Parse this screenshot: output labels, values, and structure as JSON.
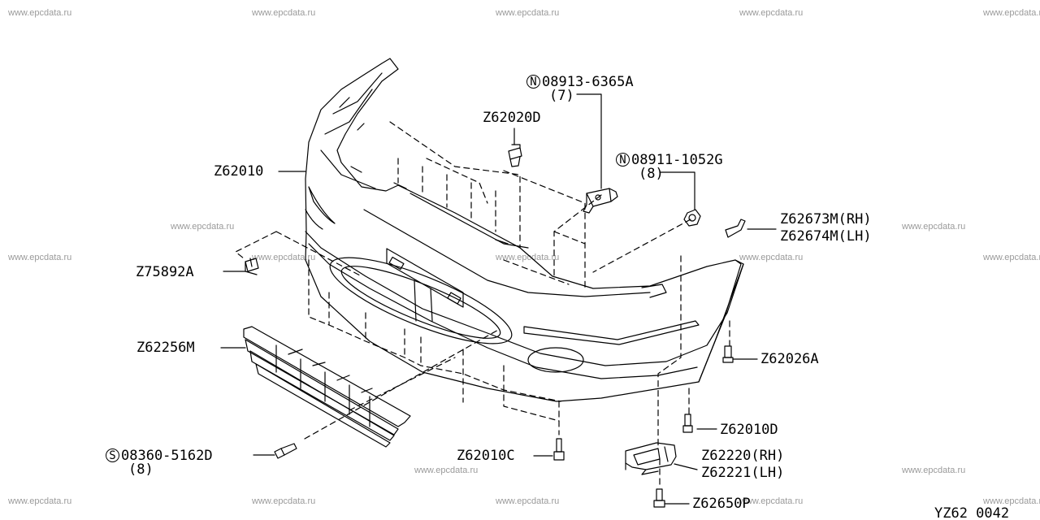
{
  "watermark": "www.epcdata.ru",
  "diagram_code": "YZ62 0042",
  "parts": {
    "bumper": "Z62010",
    "emblem_nut": "Z62020D",
    "bolt_n1": "08913-6365A",
    "bolt_n1_qty": "(7)",
    "bolt_n1_symbol": "N",
    "nut_n2": "08911-1052G",
    "nut_n2_qty": "(8)",
    "nut_n2_symbol": "N",
    "strip_rh": "Z62673M(RH)",
    "strip_lh": "Z62674M(LH)",
    "clip": "Z75892A",
    "grille": "Z62256M",
    "side_screw": "Z62026A",
    "screw_d": "Z62010D",
    "screw_c": "Z62010C",
    "bracket_rh": "Z62220(RH)",
    "bracket_lh": "Z62221(LH)",
    "bracket_screw": "Z62650P",
    "screw_s": "08360-5162D",
    "screw_s_qty": "(8)",
    "screw_s_symbol": "S"
  }
}
